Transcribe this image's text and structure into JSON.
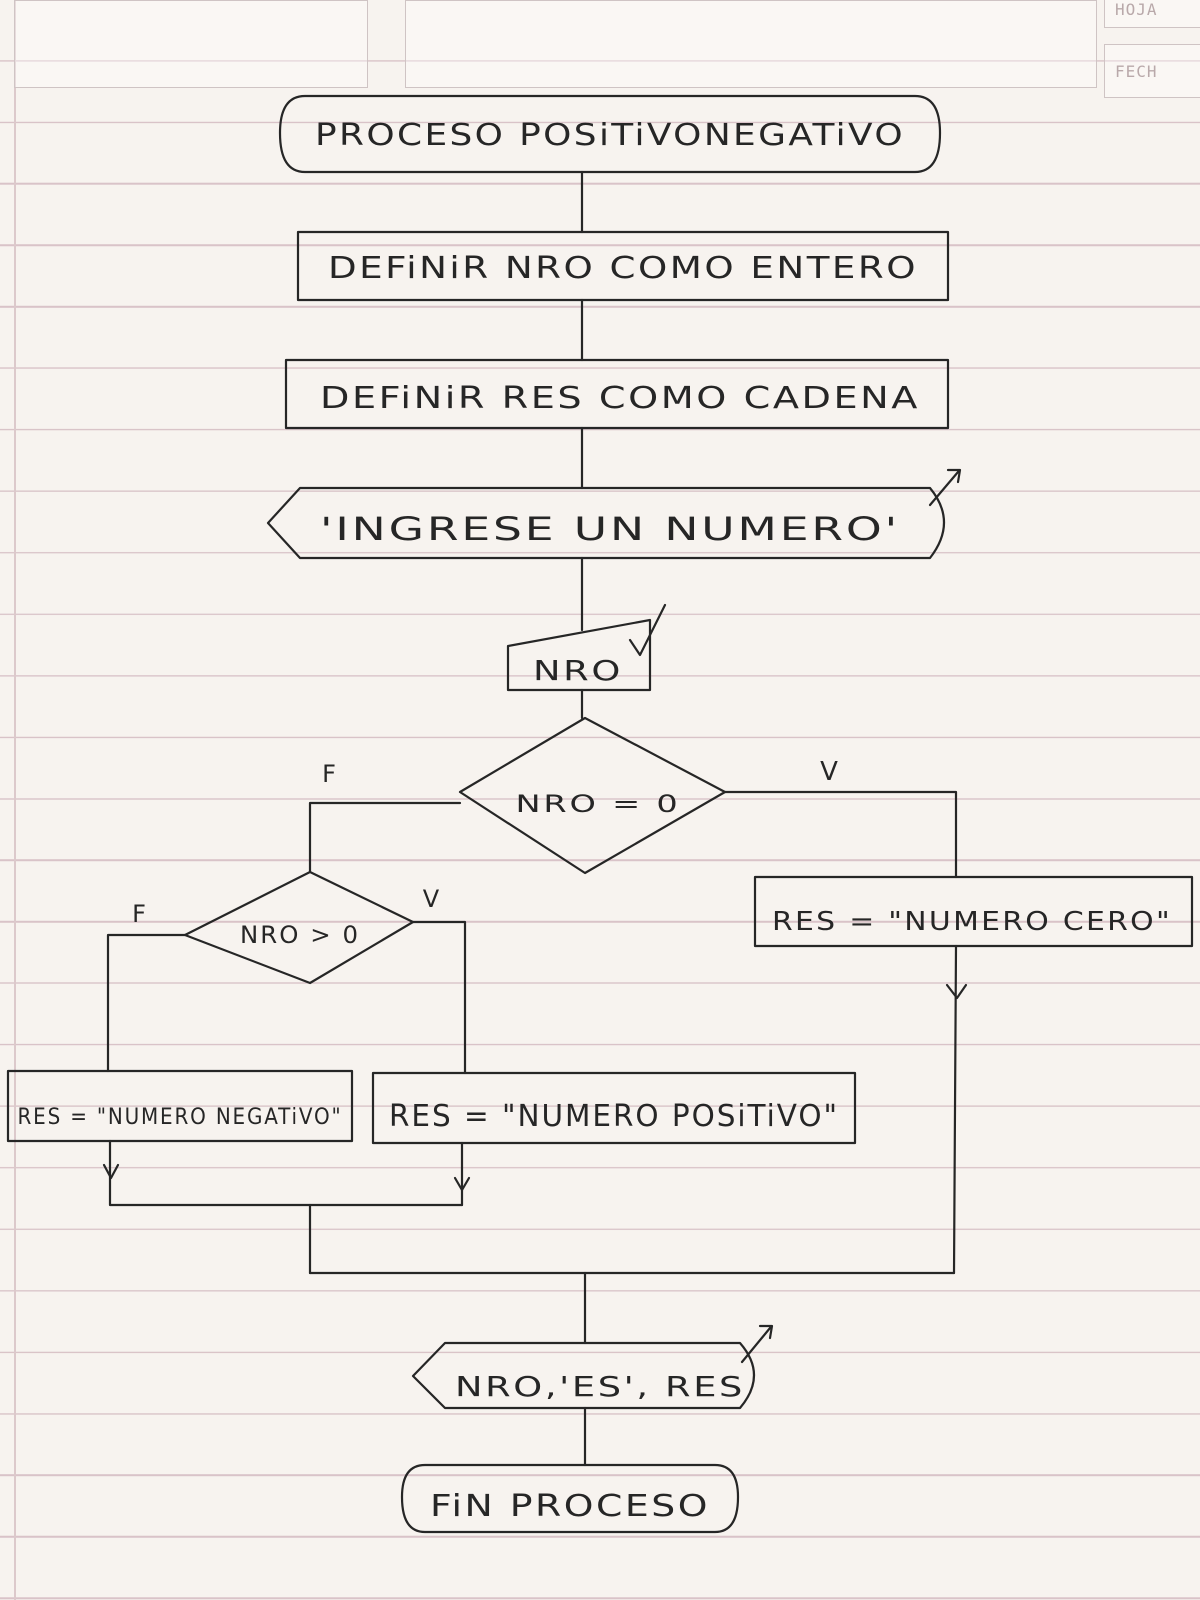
{
  "header": {
    "hoja_label": "HOJA",
    "fecha_label": "FECH"
  },
  "flowchart": {
    "start": "PROCESO POSiTiVONEGATiVO",
    "define_nro": "DEFiNiR NRO COMO ENTERO",
    "define_res": "DEFiNiR RES COMO CADENA",
    "output_prompt": "'INGRESE UN NUMERO'",
    "input_nro": "NRO",
    "decision_zero": "NRO = 0",
    "decision_zero_false": "F",
    "decision_zero_true": "V",
    "decision_positive": "NRO > 0",
    "decision_positive_false": "F",
    "decision_positive_true": "V",
    "assign_zero": "RES = \"NUMERO CERO\"",
    "assign_negative": "RES = \"NUMERO NEGATiVO\"",
    "assign_positive": "RES = \"NUMERO POSiTiVO\"",
    "output_result": "NRO,'ES', RES",
    "end": "FiN PROCESO"
  }
}
